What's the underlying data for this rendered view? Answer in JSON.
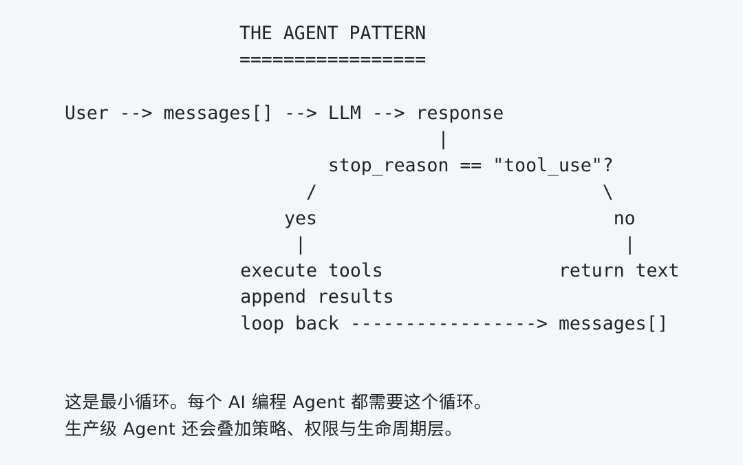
{
  "diagram": {
    "title": "THE AGENT PATTERN",
    "title_underline": "=================",
    "lines": [
      "User --> messages[] --> LLM --> response",
      "                                  |",
      "                        stop_reason == \"tool_use\"?",
      "                      /                          \\",
      "                    yes                           no",
      "                     |                             |",
      "                execute tools                return text",
      "                append results",
      "                loop back -----------------> messages[]"
    ]
  },
  "notes": [
    "这是最小循环。每个 AI 编程 Agent 都需要这个循环。",
    "生产级 Agent 还会叠加策略、权限与生命周期层。"
  ]
}
